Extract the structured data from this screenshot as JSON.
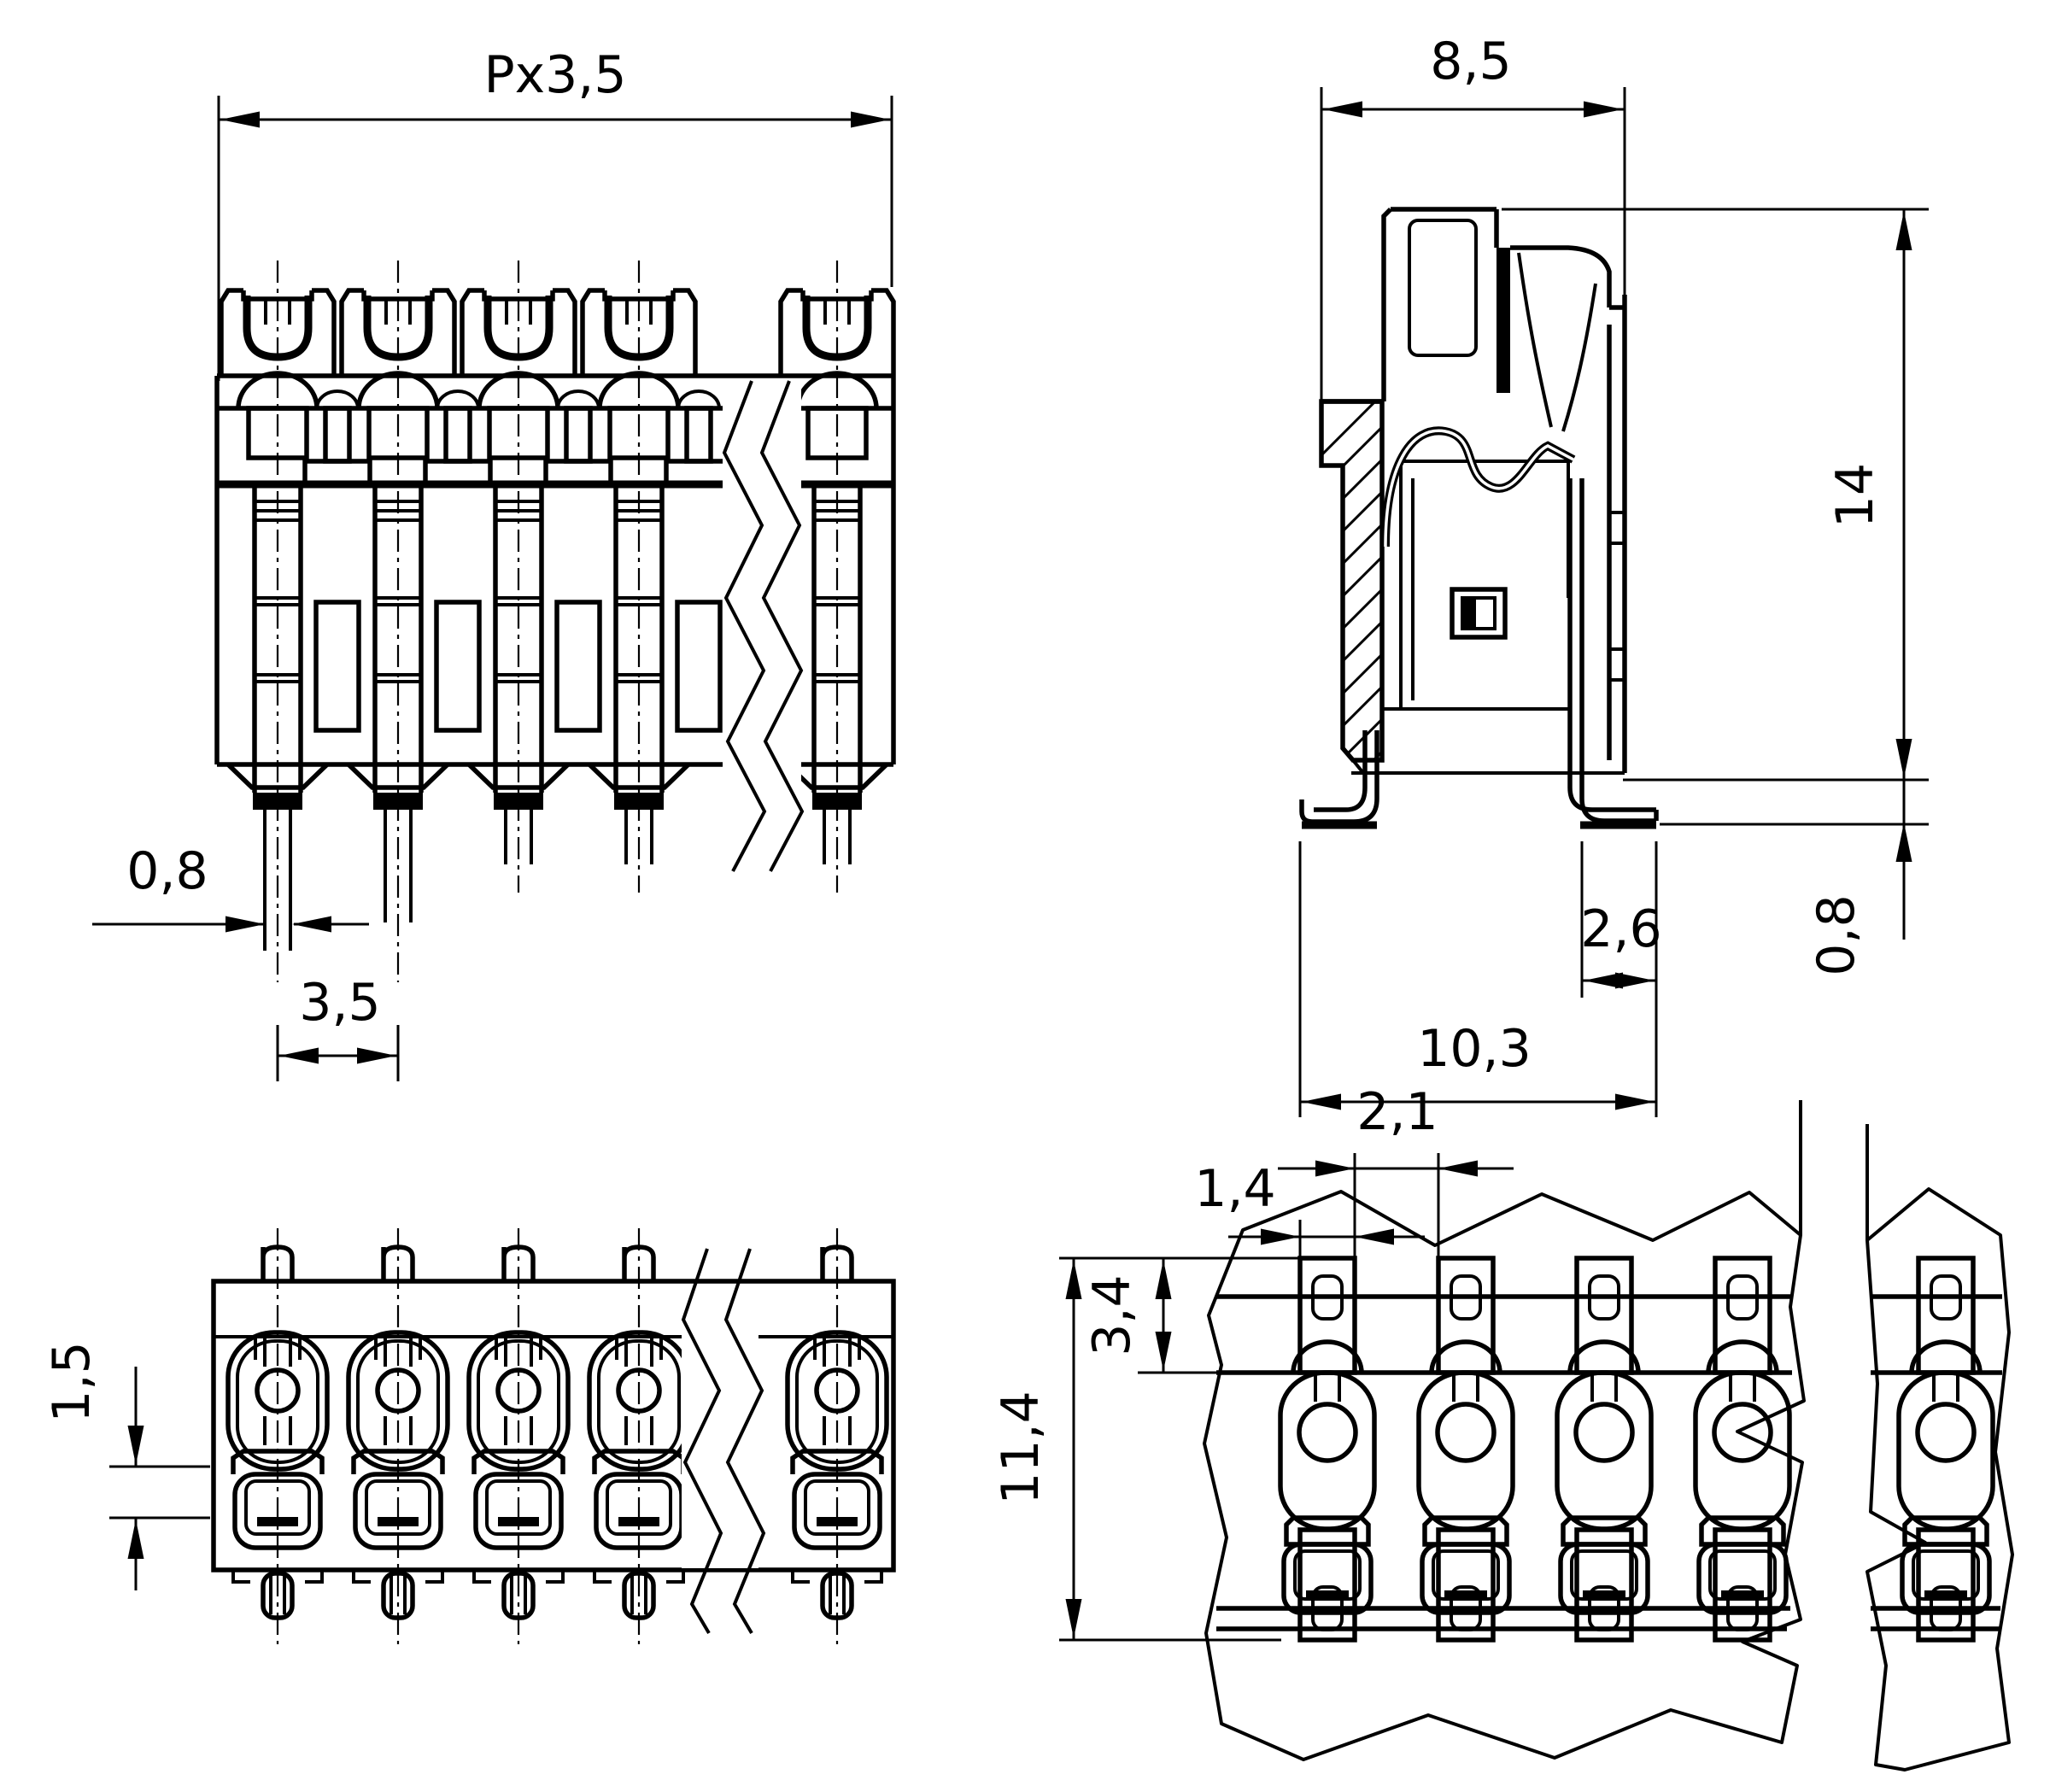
{
  "drawing": {
    "background_color": "#ffffff",
    "line_color": "#000000",
    "views": {
      "front": {
        "dims": {
          "total_width": "Px3,5",
          "pin_width": "0,8",
          "pitch": "3,5"
        }
      },
      "side_section": {
        "dims": {
          "housing_depth": "8,5",
          "height": "14",
          "standoff": "0,8",
          "foot_length": "2,6",
          "overall_depth": "10,3"
        }
      },
      "bottom": {
        "dims": {
          "clamp_depth": "1,5"
        }
      },
      "footprint": {
        "dims": {
          "pad_gap": "2,1",
          "pad_width": "1,4",
          "pad_height": "3,4",
          "overall_height": "11,4"
        }
      }
    }
  }
}
